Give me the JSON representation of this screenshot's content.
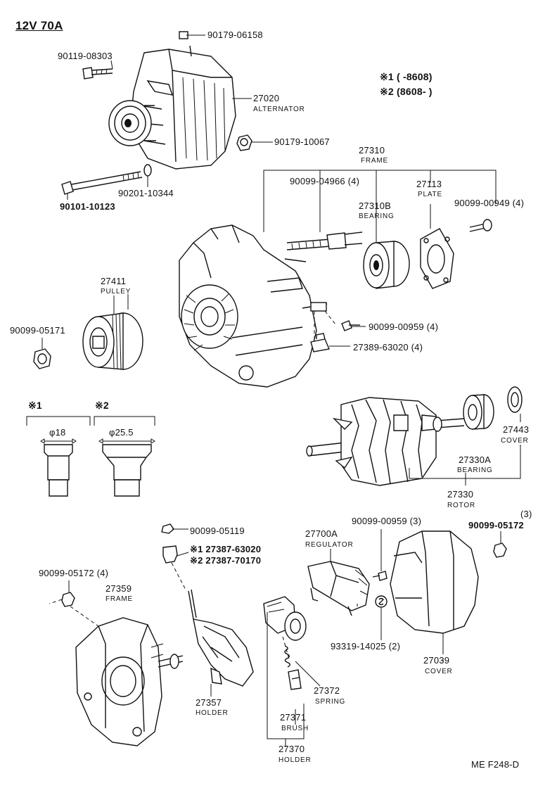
{
  "header": {
    "spec": "12V 70A"
  },
  "period_legend": {
    "note1": "※1 (      -8608)",
    "note2": "※2 (8608-      )"
  },
  "labels": {
    "p90179_06158": "90179-06158",
    "p90119_08303": "90119-08303",
    "p27020": "27020",
    "alternator": "ALTERNATOR",
    "p90179_10067": "90179-10067",
    "p90201_10344": "90201-10344",
    "p90101_10123": "90101-10123",
    "p27310": "27310",
    "frame_top": "FRAME",
    "p90099_04966": "90099-04966 (4)",
    "p27113": "27113",
    "plate": "PLATE",
    "p27310b": "27310B",
    "bearing_top": "BEARING",
    "p90099_00949": "90099-00949 (4)",
    "p27411": "27411",
    "pulley": "PULLEY",
    "p90099_05171": "90099-05171",
    "p90099_00959a": "90099-00959 (4)",
    "p27389_63020": "27389-63020 (4)",
    "note1_mark": "※1",
    "note2_mark": "※2",
    "dia18": "φ18",
    "dia25": "φ25.5",
    "p27443": "27443",
    "cover_a": "COVER",
    "p27330a": "27330A",
    "bearing_b": "BEARING",
    "p27330": "27330",
    "rotor": "ROTOR",
    "p90099_05119": "90099-05119",
    "p27387_1": "※1 27387-63020",
    "p27387_2": "※2 27387-70170",
    "p27700a": "27700A",
    "regulator": "REGULATOR",
    "p90099_00959b": "90099-00959 (3)",
    "qty3": "(3)",
    "p90099_05172a": "90099-05172",
    "p90099_05172b": "90099-05172 (4)",
    "p27359": "27359",
    "frame_bottom": "FRAME",
    "p93319_14025": "93319-14025 (2)",
    "p27039": "27039",
    "cover_b": "COVER",
    "p27357": "27357",
    "holder_a": "HOLDER",
    "p27372": "27372",
    "spring": "SPRING",
    "p27371": "27371",
    "brush": "BRUSH",
    "p27370": "27370",
    "holder_b": "HOLDER",
    "footer_code": "ME  F248-D"
  }
}
